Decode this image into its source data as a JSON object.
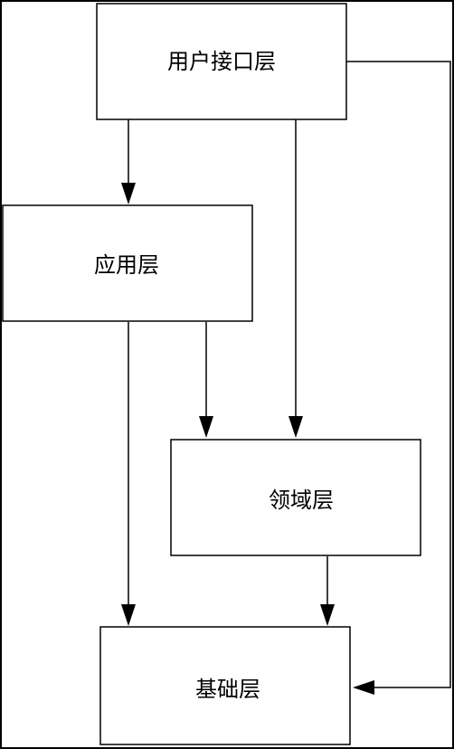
{
  "diagram": {
    "nodes": {
      "ui_layer": "用户接口层",
      "app_layer": "应用层",
      "domain_layer": "领域层",
      "infra_layer": "基础层"
    },
    "edges": [
      {
        "from": "ui_layer",
        "to": "app_layer"
      },
      {
        "from": "ui_layer",
        "to": "domain_layer"
      },
      {
        "from": "ui_layer",
        "to": "infra_layer"
      },
      {
        "from": "app_layer",
        "to": "domain_layer"
      },
      {
        "from": "app_layer",
        "to": "infra_layer"
      },
      {
        "from": "domain_layer",
        "to": "infra_layer"
      }
    ]
  }
}
